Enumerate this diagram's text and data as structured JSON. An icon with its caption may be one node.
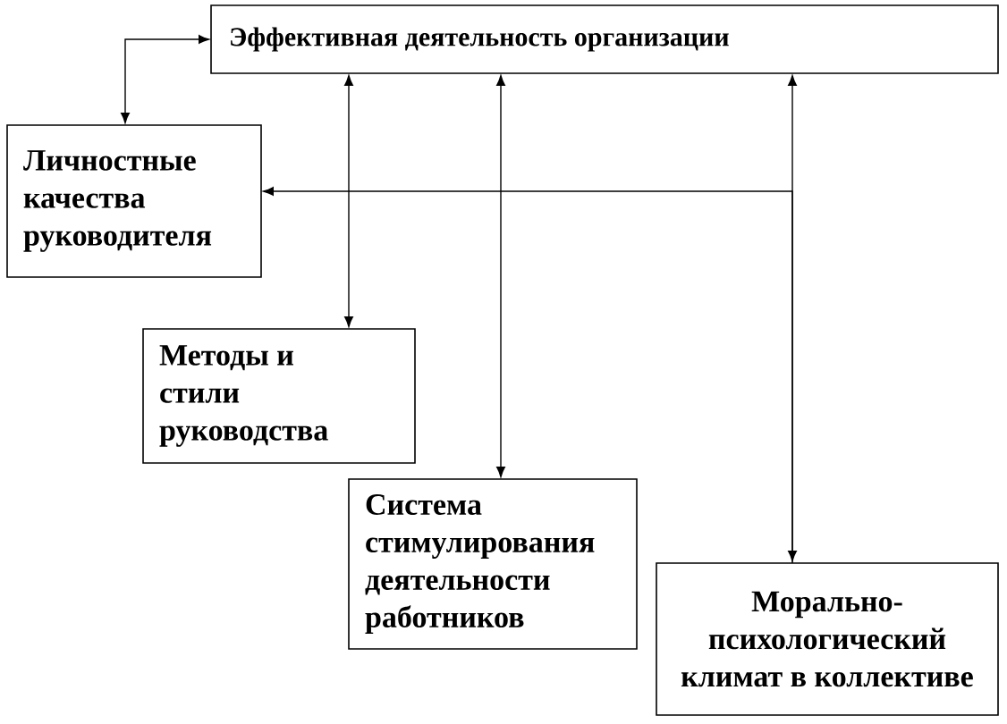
{
  "diagram": {
    "nodes": [
      {
        "text": [
          "Эффективная деятельность организации"
        ]
      },
      {
        "text": [
          "Личностные качества руководителя"
        ]
      },
      {
        "text": [
          "Методы и стили руководства"
        ]
      },
      {
        "text": [
          "Система стимулирования деятельности работников"
        ]
      },
      {
        "text": [
          "Морально-психологический климат в коллективе"
        ]
      }
    ],
    "edges": [
      {
        "from": 0,
        "to": 1,
        "arrow": "both"
      },
      {
        "from": 0,
        "to": 2,
        "arrow": "both"
      },
      {
        "from": 0,
        "to": 3,
        "arrow": "both"
      },
      {
        "from": 0,
        "to": 4,
        "arrow": "both"
      },
      {
        "from": 4,
        "to": 1,
        "arrow": "to"
      }
    ]
  }
}
